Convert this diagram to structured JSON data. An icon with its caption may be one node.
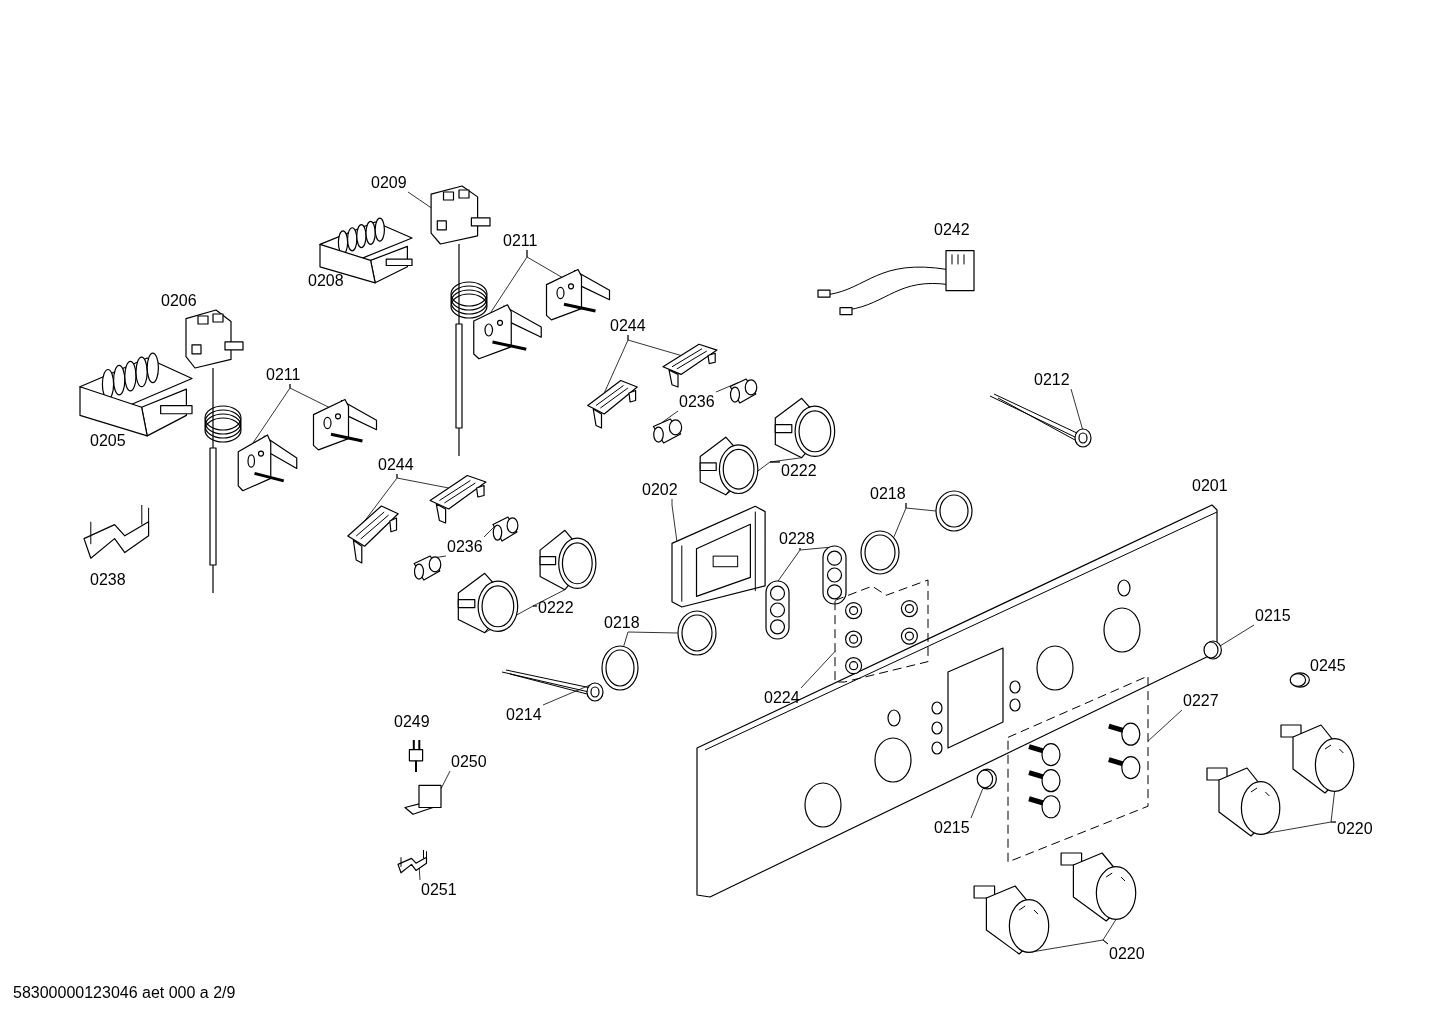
{
  "diagram": {
    "nodes": [
      {
        "text": [
          "0209"
        ]
      },
      {
        "text": [],
        "shape": "picture"
      },
      {
        "text": [
          "0211"
        ]
      },
      {
        "text": [],
        "shape": "picture"
      },
      {
        "text": [],
        "shape": "picture"
      },
      {
        "text": [
          "0211"
        ]
      },
      {
        "text": [],
        "shape": "picture"
      },
      {
        "text": [],
        "shape": "picture"
      },
      {
        "text": [
          "0244"
        ]
      },
      {
        "text": [],
        "shape": "picture"
      },
      {
        "text": [],
        "shape": "picture"
      },
      {
        "text": [
          "0236"
        ]
      },
      {
        "text": [],
        "shape": "picture"
      },
      {
        "text": [],
        "shape": "picture"
      },
      {
        "text": [
          "0212"
        ]
      },
      {
        "text": [],
        "shape": "picture"
      },
      {
        "text": [
          "0222"
        ]
      },
      {
        "text": [],
        "shape": "picture"
      },
      {
        "text": [],
        "shape": "picture"
      },
      {
        "text": [
          "0244"
        ]
      },
      {
        "text": [],
        "shape": "picture"
      },
      {
        "text": [],
        "shape": "picture"
      },
      {
        "text": [
          "0202"
        ]
      },
      {
        "text": [],
        "shape": "picture"
      },
      {
        "text": [
          "0218"
        ]
      },
      {
        "text": [],
        "shape": "picture"
      },
      {
        "text": [],
        "shape": "picture"
      },
      {
        "text": [
          "0236"
        ]
      },
      {
        "text": [],
        "shape": "picture"
      },
      {
        "text": [],
        "shape": "picture"
      },
      {
        "text": [
          "0228"
        ]
      },
      {
        "text": [],
        "shape": "picture"
      },
      {
        "text": [],
        "shape": "picture"
      },
      {
        "text": [
          "0222"
        ]
      },
      {
        "text": [],
        "shape": "picture"
      },
      {
        "text": [],
        "shape": "picture"
      },
      {
        "text": [
          "0218"
        ]
      },
      {
        "text": [],
        "shape": "picture"
      },
      {
        "text": [],
        "shape": "picture"
      },
      {
        "text": [
          "0215"
        ]
      },
      {
        "text": [],
        "shape": "picture"
      },
      {
        "text": [
          "0227"
        ]
      },
      {
        "text": [],
        "shape": "picture"
      },
      {
        "text": [
          "0224"
        ]
      },
      {
        "text": [],
        "shape": "picture"
      },
      {
        "text": [
          "0214"
        ]
      },
      {
        "text": [],
        "shape": "picture"
      },
      {
        "text": [
          "0250"
        ]
      },
      {
        "text": [],
        "shape": "picture"
      },
      {
        "text": [
          "0220"
        ]
      },
      {
        "text": [],
        "shape": "picture"
      },
      {
        "text": [],
        "shape": "picture"
      },
      {
        "text": [
          "0215"
        ]
      },
      {
        "text": [],
        "shape": "picture"
      },
      {
        "text": [
          "0251"
        ]
      },
      {
        "text": [],
        "shape": "picture"
      },
      {
        "text": [
          "0220"
        ]
      },
      {
        "text": [],
        "shape": "picture"
      },
      {
        "text": [],
        "shape": "picture"
      }
    ],
    "edges": [
      {
        "from": 0,
        "to": 1,
        "arrow": "none"
      },
      {
        "from": 2,
        "to": 3,
        "arrow": "none"
      },
      {
        "from": 2,
        "to": 4,
        "arrow": "none"
      },
      {
        "from": 5,
        "to": 6,
        "arrow": "none"
      },
      {
        "from": 5,
        "to": 7,
        "arrow": "none"
      },
      {
        "from": 8,
        "to": 9,
        "arrow": "none"
      },
      {
        "from": 8,
        "to": 10,
        "arrow": "none"
      },
      {
        "from": 11,
        "to": 12,
        "arrow": "none"
      },
      {
        "from": 11,
        "to": 13,
        "arrow": "none"
      },
      {
        "from": 14,
        "to": 15,
        "arrow": "none"
      },
      {
        "from": 16,
        "to": 17,
        "arrow": "none"
      },
      {
        "from": 16,
        "to": 18,
        "arrow": "none"
      },
      {
        "from": 19,
        "to": 20,
        "arrow": "none"
      },
      {
        "from": 19,
        "to": 21,
        "arrow": "none"
      },
      {
        "from": 22,
        "to": 23,
        "arrow": "none"
      },
      {
        "from": 24,
        "to": 25,
        "arrow": "none"
      },
      {
        "from": 24,
        "to": 26,
        "arrow": "none"
      },
      {
        "from": 27,
        "to": 28,
        "arrow": "none"
      },
      {
        "from": 27,
        "to": 29,
        "arrow": "none"
      },
      {
        "from": 30,
        "to": 31,
        "arrow": "none"
      },
      {
        "from": 30,
        "to": 32,
        "arrow": "none"
      },
      {
        "from": 33,
        "to": 34,
        "arrow": "none"
      },
      {
        "from": 33,
        "to": 35,
        "arrow": "none"
      },
      {
        "from": 36,
        "to": 37,
        "arrow": "none"
      },
      {
        "from": 36,
        "to": 38,
        "arrow": "none"
      },
      {
        "from": 39,
        "to": 40,
        "arrow": "none"
      },
      {
        "from": 41,
        "to": 42,
        "arrow": "none"
      },
      {
        "from": 43,
        "to": 44,
        "arrow": "none"
      },
      {
        "from": 45,
        "to": 46,
        "arrow": "none"
      },
      {
        "from": 47,
        "to": 48,
        "arrow": "none"
      },
      {
        "from": 49,
        "to": 50,
        "arrow": "none"
      },
      {
        "from": 49,
        "to": 51,
        "arrow": "none"
      },
      {
        "from": 52,
        "to": 53,
        "arrow": "none"
      },
      {
        "from": 54,
        "to": 55,
        "arrow": "none"
      },
      {
        "from": 56,
        "to": 57,
        "arrow": "none"
      },
      {
        "from": 56,
        "to": 58,
        "arrow": "none"
      }
    ],
    "labels": [
      "0242",
      "0208",
      "0206",
      "0205",
      "0201",
      "0238",
      "0245",
      "0249",
      "58300000123046 aet 000 a 2/9"
    ]
  }
}
